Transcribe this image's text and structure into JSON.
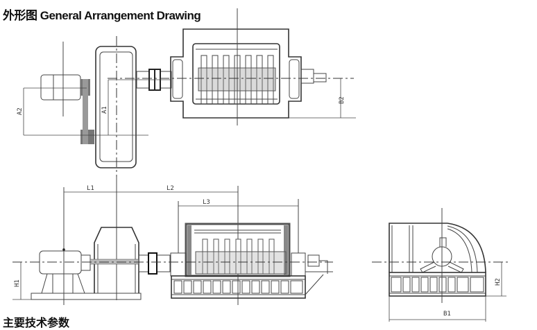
{
  "title": "外形图 General Arrangement Drawing",
  "bottom_heading": "主要技术参数",
  "dimension_labels": {
    "A1": "A1",
    "A2": "A2",
    "B1": "B1",
    "B2": "B2",
    "H1": "H1",
    "H2": "H2",
    "L1": "L1",
    "L2": "L2",
    "L3": "L3"
  },
  "views": [
    "top-view",
    "side-view",
    "end-view"
  ]
}
